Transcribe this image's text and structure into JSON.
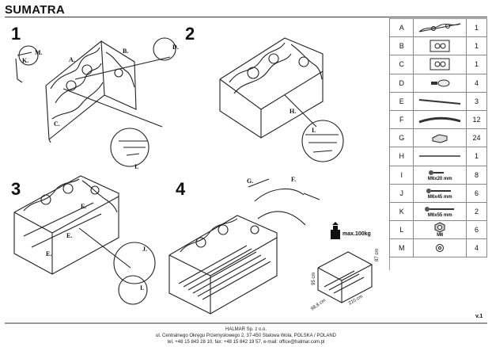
{
  "title": "SUMATRA",
  "steps": [
    "1",
    "2",
    "3",
    "4"
  ],
  "labels": {
    "A": "A.",
    "B": "B.",
    "C": "C.",
    "D": "D.",
    "K": "K.",
    "M": "M.",
    "H": "H.",
    "I": "I.",
    "E": "E.",
    "F": "F.",
    "G": "G.",
    "J": "J."
  },
  "parts": [
    {
      "letter": "A",
      "qty": "1",
      "spec": ""
    },
    {
      "letter": "B",
      "qty": "1",
      "spec": ""
    },
    {
      "letter": "C",
      "qty": "1",
      "spec": ""
    },
    {
      "letter": "D",
      "qty": "4",
      "spec": ""
    },
    {
      "letter": "E",
      "qty": "3",
      "spec": ""
    },
    {
      "letter": "F",
      "qty": "12",
      "spec": ""
    },
    {
      "letter": "G",
      "qty": "24",
      "spec": ""
    },
    {
      "letter": "H",
      "qty": "1",
      "spec": ""
    },
    {
      "letter": "I",
      "qty": "8",
      "spec": "M6x20 mm"
    },
    {
      "letter": "J",
      "qty": "6",
      "spec": "M6x45 mm"
    },
    {
      "letter": "K",
      "qty": "2",
      "spec": "M6x55 mm"
    },
    {
      "letter": "L",
      "qty": "6",
      "spec": "M6"
    },
    {
      "letter": "M",
      "qty": "4",
      "spec": ""
    }
  ],
  "weight_label": "max.100kg",
  "dimensions": {
    "height": "87 cm",
    "depth": "98,8 cm",
    "length": "210 cm",
    "inner": "95 cm"
  },
  "version": "v.1",
  "footer": {
    "line1": "HALMAR Sp. z o.o.",
    "line2": "ul. Centralnego Okręgu Przemysłowego 2, 37-450 Stalowa Wola, POLSKA / POLAND",
    "line3": "tel. +48 15 843 28 10, fax: +48 15 842 19 57, e-mail: office@halmar.com.pl"
  }
}
